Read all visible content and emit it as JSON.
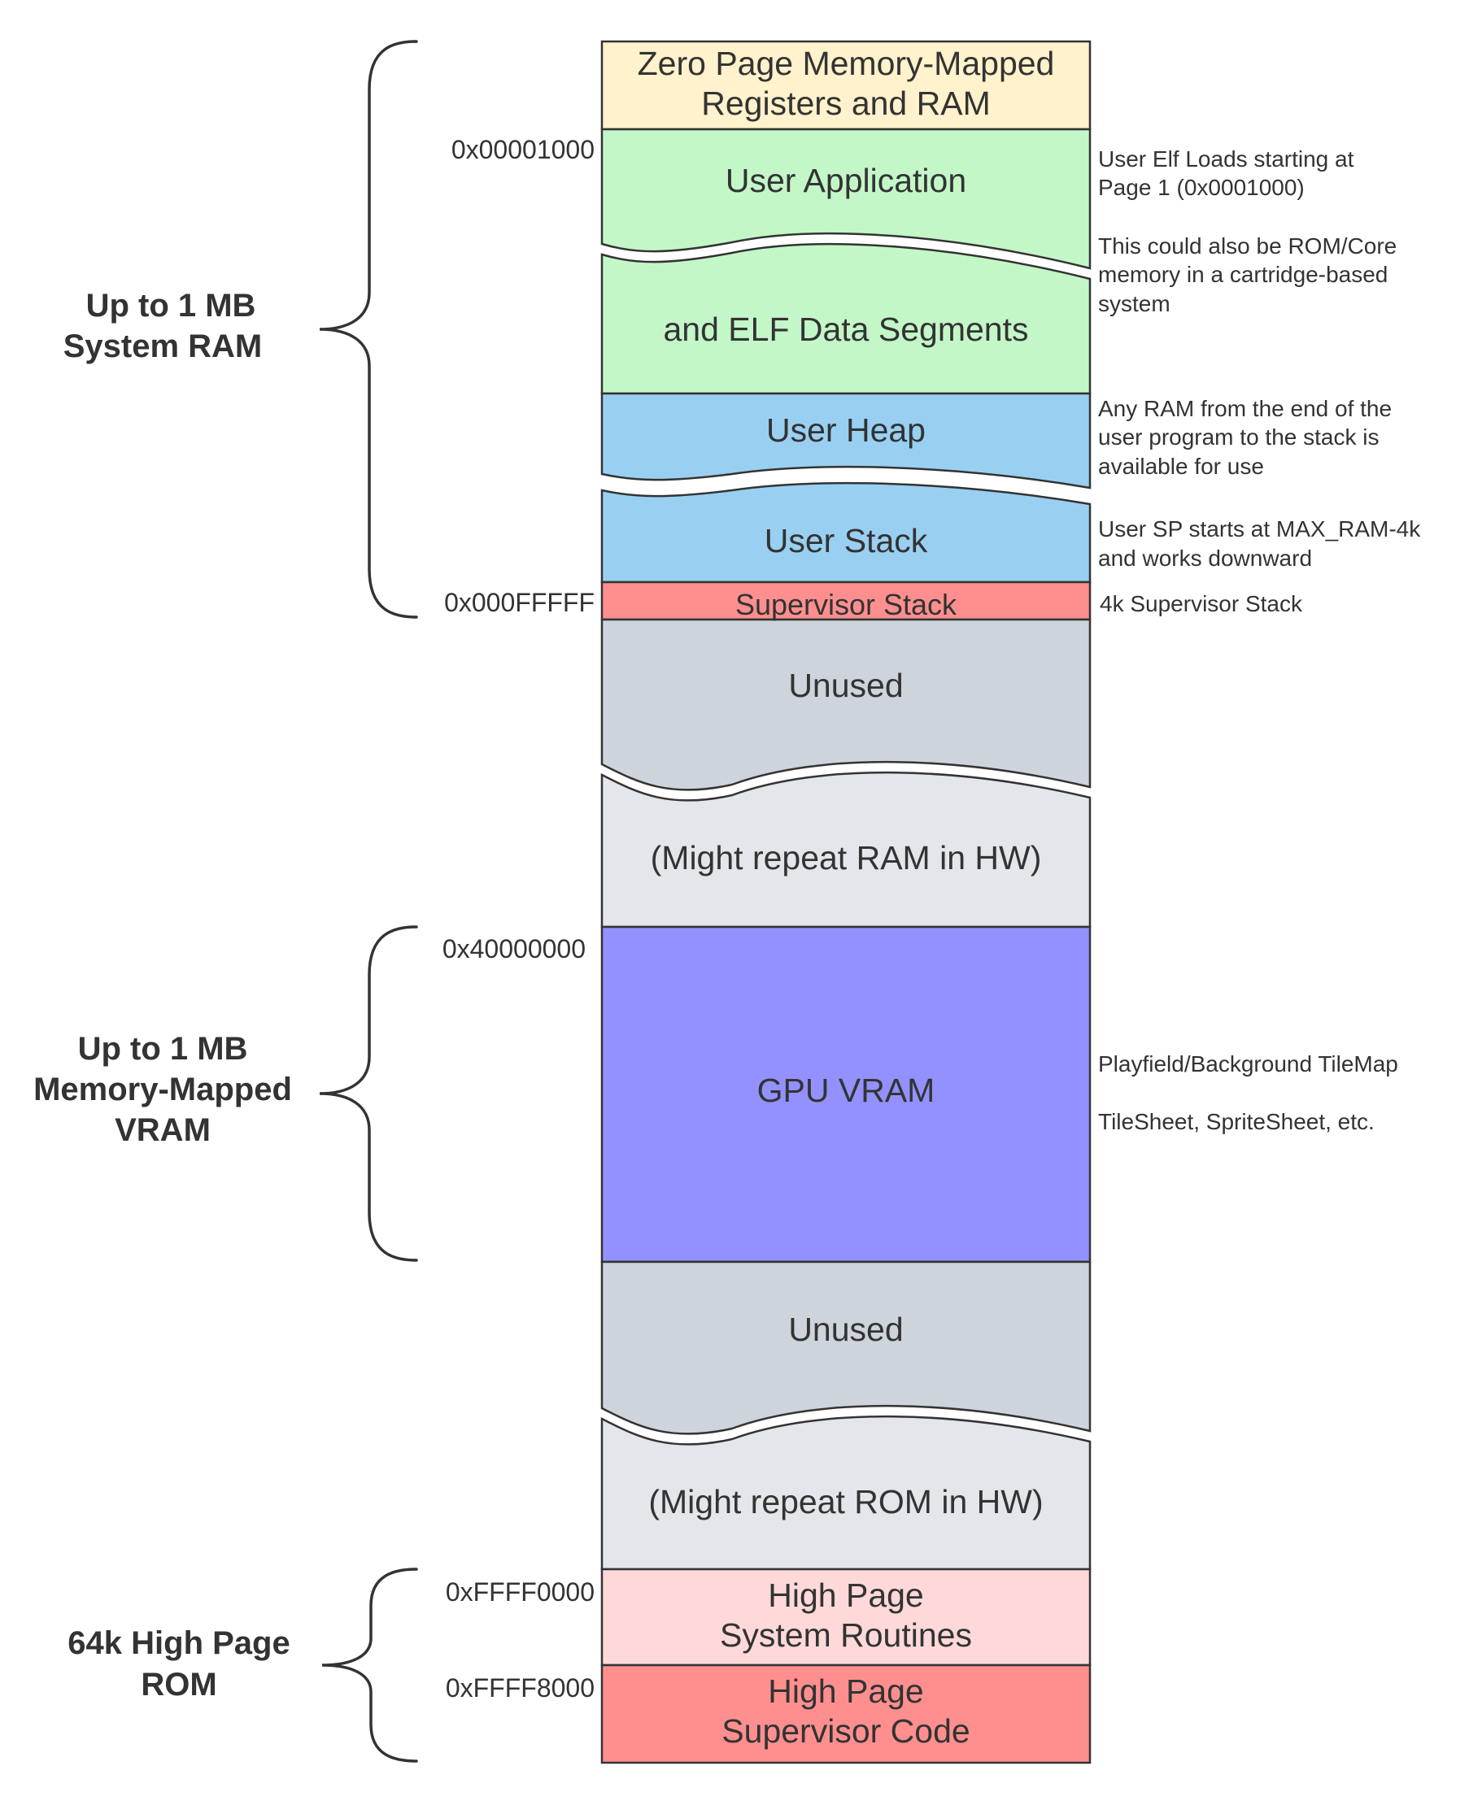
{
  "colors": {
    "zero_page": "#FFF2CC",
    "user_app": "#C3F7C8",
    "user_heap": "#99D0F2",
    "supervisor_stack": "#FF8F8F",
    "unused": "#CED4DB",
    "might_repeat": "#E3E6EA",
    "gpu_vram": "#9391FF",
    "high_page_routines": "#FFD9D9",
    "high_page_supervisor": "#FF8F8F",
    "outline": "#333333"
  },
  "blocks": {
    "zero_page": {
      "line1": "Zero Page Memory-Mapped",
      "line2": "Registers and RAM"
    },
    "user_app_top": "User Application",
    "user_app_bottom": "and ELF Data Segments",
    "user_heap": "User Heap",
    "user_stack": "User Stack",
    "supervisor_stack": "Supervisor Stack",
    "unused_1": "Unused",
    "might_repeat_ram": "(Might repeat RAM in HW)",
    "gpu_vram": "GPU VRAM",
    "unused_2": "Unused",
    "might_repeat_rom": "(Might repeat ROM in HW)",
    "high_page_routines": {
      "line1": "High Page",
      "line2": "System Routines"
    },
    "high_page_supervisor": {
      "line1": "High Page",
      "line2": "Supervisor Code"
    }
  },
  "addresses": {
    "a1": "0x00001000",
    "a2": "0x000FFFFF",
    "a3": "0x40000000",
    "a4": "0xFFFF0000",
    "a5": "0xFFFF8000"
  },
  "notes": {
    "elf_load": [
      "User Elf Loads starting at",
      "Page 1 (0x0001000)"
    ],
    "rom_core": [
      "This could also be ROM/Core",
      "memory in a cartridge-based",
      "system"
    ],
    "heap": [
      "Any RAM from the end of the",
      "user program to the stack is",
      "available for use"
    ],
    "user_sp": [
      "User SP starts at MAX_RAM-4k",
      "and works downward"
    ],
    "sup_stack": "4k Supervisor Stack",
    "vram_1": "Playfield/Background TileMap",
    "vram_2": "TileSheet, SpriteSheet, etc."
  },
  "groups": {
    "system_ram": [
      "Up to 1 MB",
      "System RAM"
    ],
    "vram": [
      "Up to 1 MB",
      "Memory-Mapped",
      "VRAM"
    ],
    "rom": [
      "64k High Page",
      "ROM"
    ]
  }
}
